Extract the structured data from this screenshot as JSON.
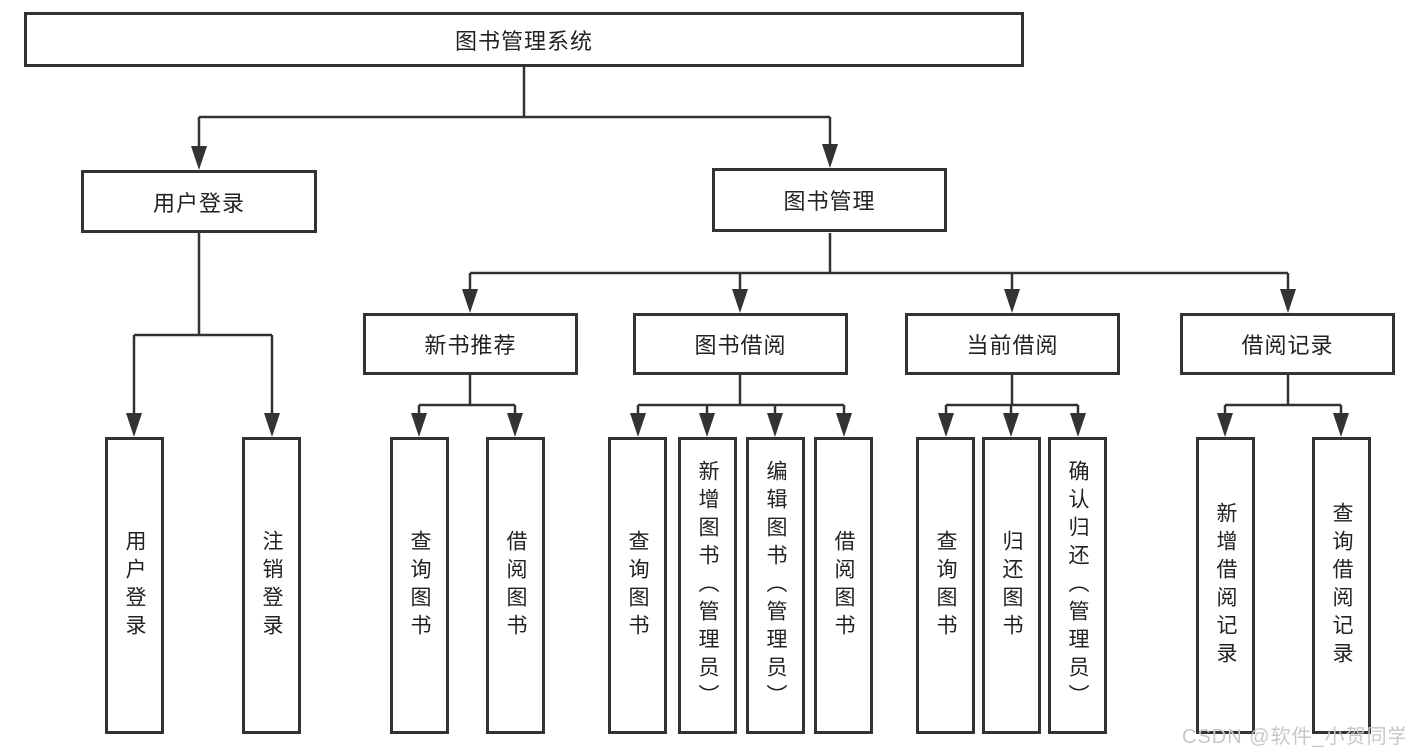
{
  "tree": {
    "label": "图书管理系统",
    "children": [
      {
        "label": "用户登录",
        "children": [
          {
            "label": "用户登录"
          },
          {
            "label": "注销登录"
          }
        ]
      },
      {
        "label": "图书管理",
        "children": [
          {
            "label": "新书推荐",
            "children": [
              {
                "label": "查询图书"
              },
              {
                "label": "借阅图书"
              }
            ]
          },
          {
            "label": "图书借阅",
            "children": [
              {
                "label": "查询图书"
              },
              {
                "label": "新增图书（管理员）"
              },
              {
                "label": "编辑图书（管理员）"
              },
              {
                "label": "借阅图书"
              }
            ]
          },
          {
            "label": "当前借阅",
            "children": [
              {
                "label": "查询图书"
              },
              {
                "label": "归还图书"
              },
              {
                "label": "确认归还（管理员）"
              }
            ]
          },
          {
            "label": "借阅记录",
            "children": [
              {
                "label": "新增借阅记录"
              },
              {
                "label": "查询借阅记录"
              }
            ]
          }
        ]
      }
    ]
  },
  "watermark": {
    "text": "CSDN @软件_小贺同学"
  },
  "colors": {
    "line": "#333333",
    "text": "#222222",
    "watermark": "#c8c8c8",
    "background": "#ffffff"
  }
}
